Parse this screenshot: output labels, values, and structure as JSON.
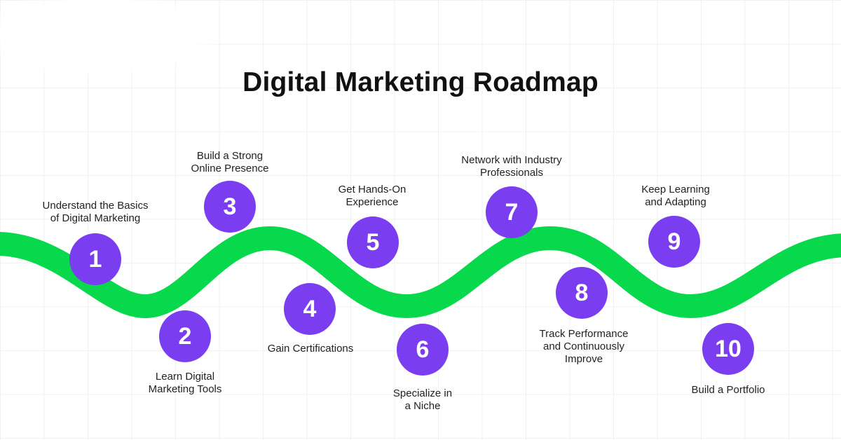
{
  "title": "Digital Marketing Roadmap",
  "colors": {
    "road": "#08d84c",
    "circle": "#7a3ef0",
    "title": "#111111"
  },
  "steps": [
    {
      "number": "1",
      "label": "Understand the Basics\nof Digital Marketing"
    },
    {
      "number": "2",
      "label": "Learn Digital\nMarketing Tools"
    },
    {
      "number": "3",
      "label": "Build a Strong\nOnline Presence"
    },
    {
      "number": "4",
      "label": "Gain Certifications"
    },
    {
      "number": "5",
      "label": "Get Hands-On\nExperience"
    },
    {
      "number": "6",
      "label": "Specialize in\na Niche"
    },
    {
      "number": "7",
      "label": "Network with Industry\nProfessionals"
    },
    {
      "number": "8",
      "label": "Track Performance\nand Continuously\nImprove"
    },
    {
      "number": "9",
      "label": "Keep Learning\nand Adapting"
    },
    {
      "number": "10",
      "label": "Build a Portfolio"
    }
  ]
}
